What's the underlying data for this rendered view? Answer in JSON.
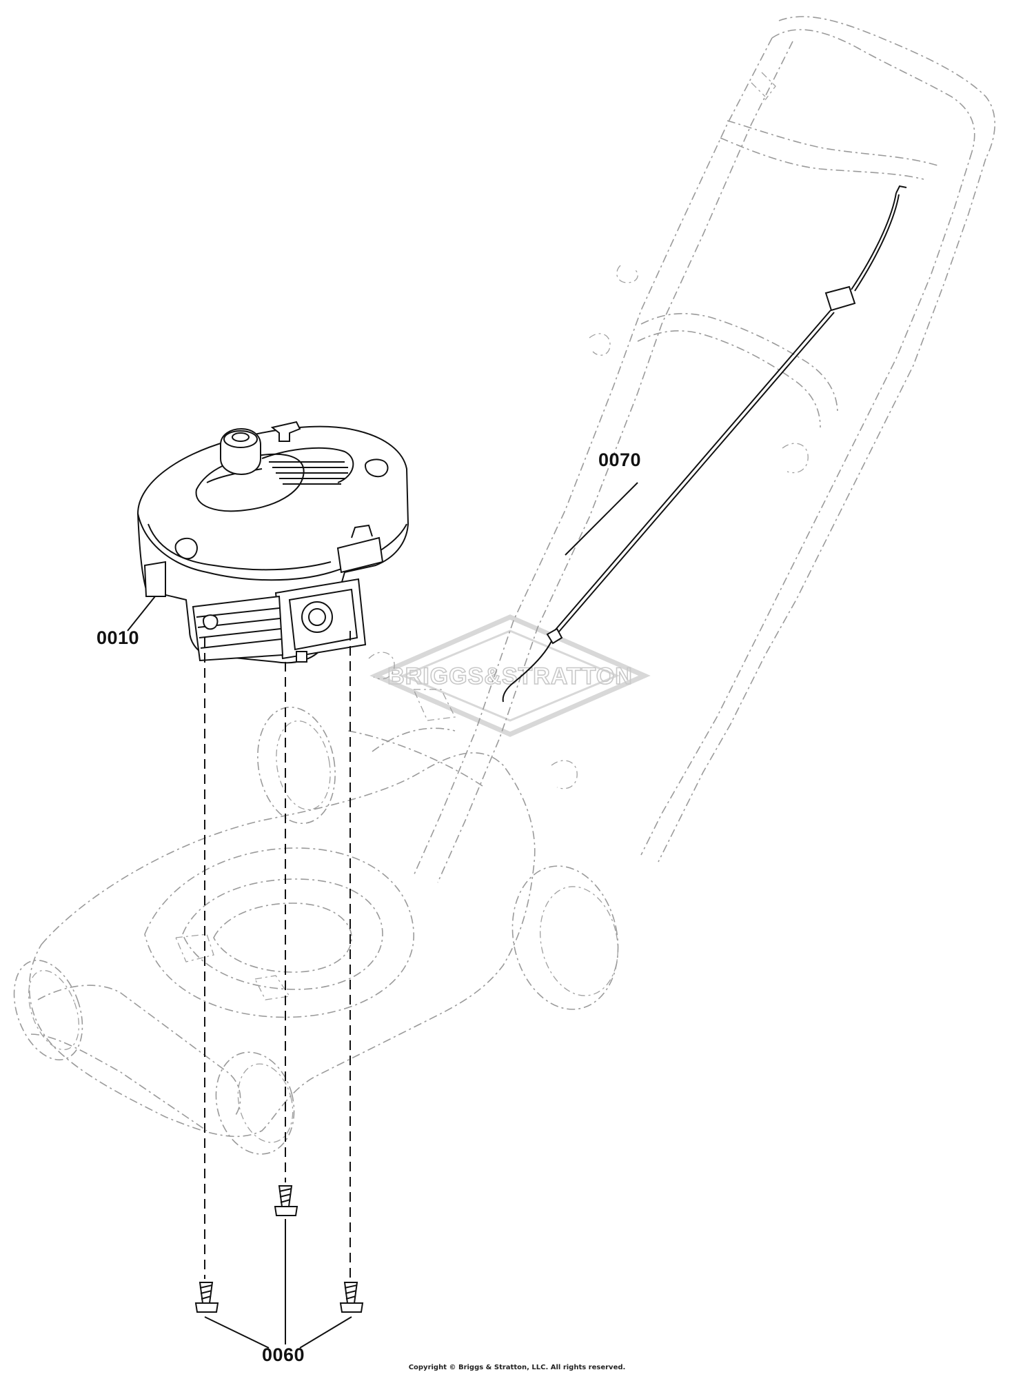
{
  "diagram": {
    "parts": [
      {
        "callout": "0010",
        "description": "engine"
      },
      {
        "callout": "0060",
        "description": "mounting screw"
      },
      {
        "callout": "0070",
        "description": "control cable"
      }
    ],
    "watermark": "BRIGGS&STRATTON",
    "copyright": "Copyright © Briggs & Stratton, LLC. All rights reserved."
  }
}
